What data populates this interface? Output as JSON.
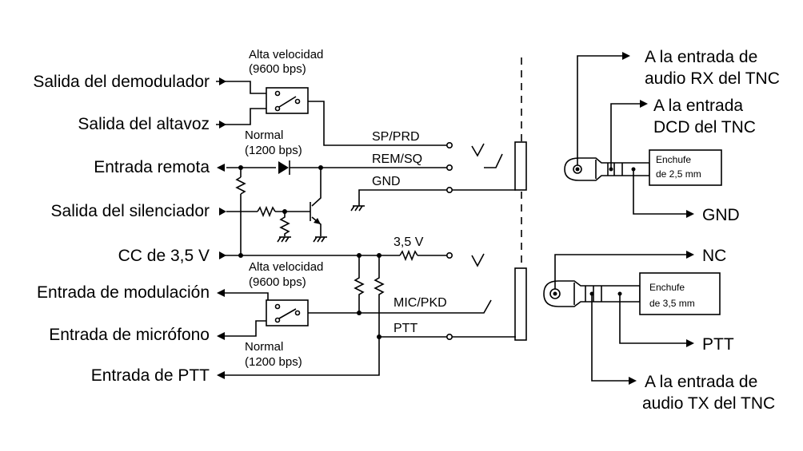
{
  "left_labels": {
    "demod_out": "Salida del demodulador",
    "speaker_out": "Salida del altavoz",
    "remote_in": "Entrada remota",
    "squelch_out": "Salida del silenciador",
    "dc": "CC de 3,5 V",
    "mod_in": "Entrada de modulación",
    "mic_in": "Entrada de micrófono",
    "ptt_in": "Entrada de PTT"
  },
  "switch_top": {
    "high_label": "Alta velocidad",
    "high_rate": "(9600 bps)",
    "normal_label": "Normal",
    "normal_rate": "(1200 bps)"
  },
  "switch_bottom": {
    "high_label": "Alta velocidad",
    "high_rate": "(9600 bps)",
    "normal_label": "Normal",
    "normal_rate": "(1200 bps)"
  },
  "pins": {
    "sp_prd": "SP/PRD",
    "rem_sq": "REM/SQ",
    "gnd": "GND",
    "v35": "3,5 V",
    "mic_pkd": "MIC/PKD",
    "ptt": "PTT"
  },
  "plug_25": {
    "name": "Enchufe",
    "size": "de 2,5 mm",
    "rx_line1": "A la entrada de",
    "rx_line2": "audio RX del TNC",
    "dcd_line1": "A la entrada",
    "dcd_line2": "DCD del TNC",
    "gnd": "GND"
  },
  "plug_35": {
    "name": "Enchufe",
    "size": "de 3,5 mm",
    "nc": "NC",
    "ptt": "PTT",
    "tx_line1": "A la entrada de",
    "tx_line2": "audio TX del TNC"
  }
}
